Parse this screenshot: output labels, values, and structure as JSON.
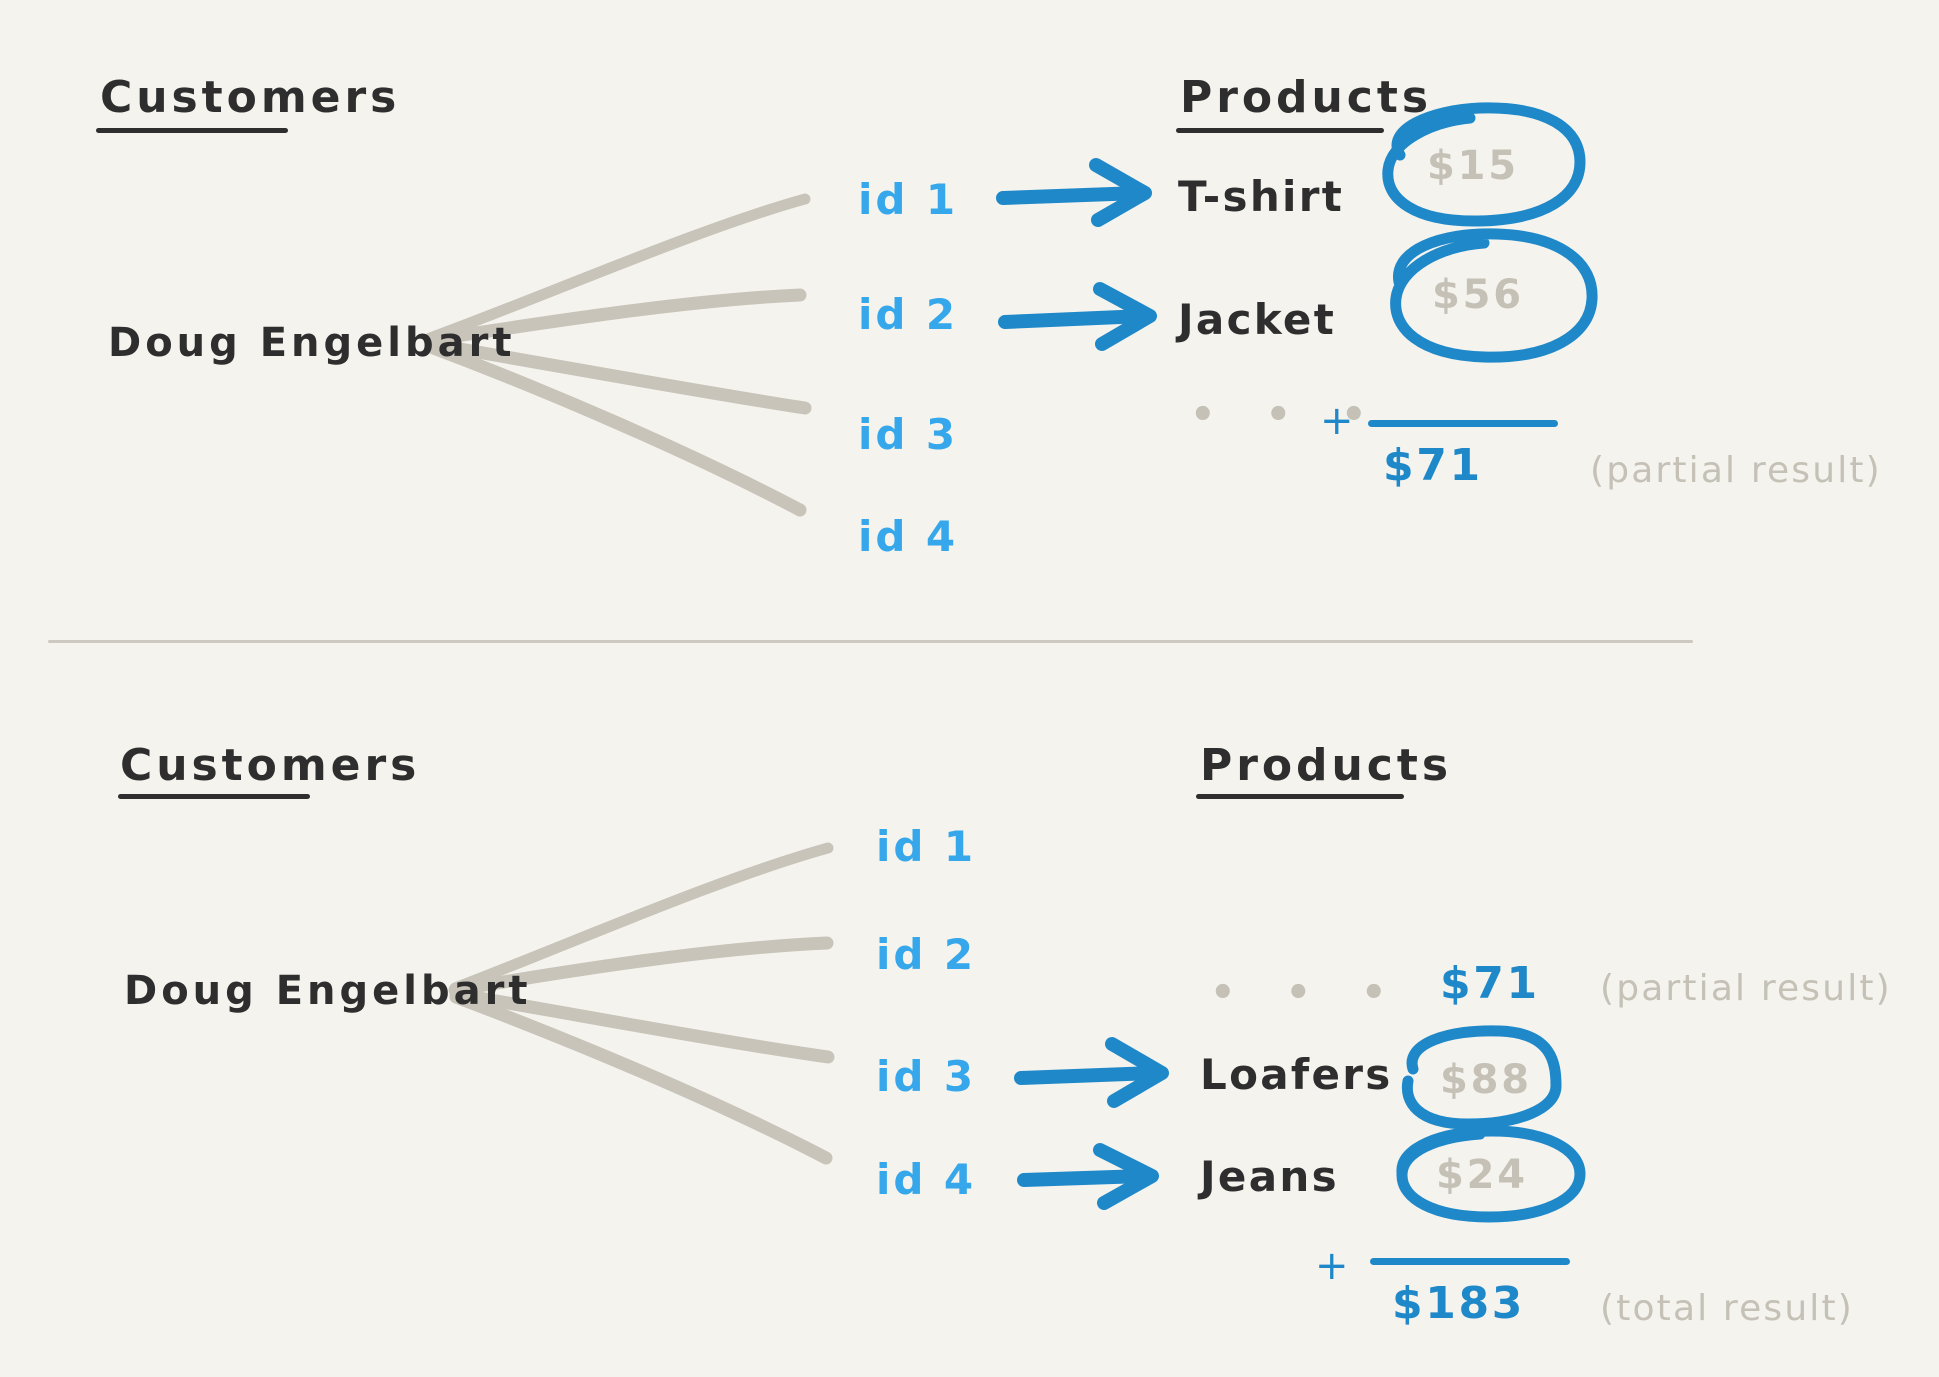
{
  "colors": {
    "background": "#f4f3ee",
    "ink_dark": "#2e2e2e",
    "accent_blue": "#1f88c9",
    "id_blue": "#35a7ea",
    "muted_gray": "#c5c1b7",
    "fan_line_gray": "#c8c4ba",
    "divider_gray": "#cdc9c0"
  },
  "panels": [
    {
      "name": "partial-aggregation-panel",
      "customers_heading": "Customers",
      "products_heading": "Products",
      "customer_name": "Doug Engelbart",
      "ids": [
        "id 1",
        "id 2",
        "id 3",
        "id 4"
      ],
      "rows": [
        {
          "id": "id 1",
          "product": "T-shirt",
          "price": "$15",
          "circled": true,
          "has_arrow": true
        },
        {
          "id": "id 2",
          "product": "Jacket",
          "price": "$56",
          "circled": true,
          "has_arrow": true
        },
        {
          "id": "id 3",
          "product": "",
          "price": "",
          "circled": false,
          "has_arrow": false
        },
        {
          "id": "id 4",
          "product": "",
          "price": "",
          "circled": false,
          "has_arrow": false
        }
      ],
      "ellipsis": "• • •",
      "plus_sign": "+",
      "sum_value": "$71",
      "sum_note": "(partial result)"
    },
    {
      "name": "total-aggregation-panel",
      "customers_heading": "Customers",
      "products_heading": "Products",
      "customer_name": "Doug Engelbart",
      "ids": [
        "id 1",
        "id 2",
        "id 3",
        "id 4"
      ],
      "rows": [
        {
          "id": "id 1",
          "product": "",
          "price": "",
          "circled": false,
          "has_arrow": false
        },
        {
          "id": "id 2",
          "product": "",
          "price": "",
          "circled": false,
          "has_arrow": false
        },
        {
          "id": "id 3",
          "product": "Loafers",
          "price": "$88",
          "circled": true,
          "has_arrow": true
        },
        {
          "id": "id 4",
          "product": "Jeans",
          "price": "$24",
          "circled": true,
          "has_arrow": true
        }
      ],
      "ellipsis": "• • •",
      "carried_value": "$71",
      "carried_note": "(partial result)",
      "plus_sign": "+",
      "sum_value": "$183",
      "sum_note": "(total result)"
    }
  ]
}
